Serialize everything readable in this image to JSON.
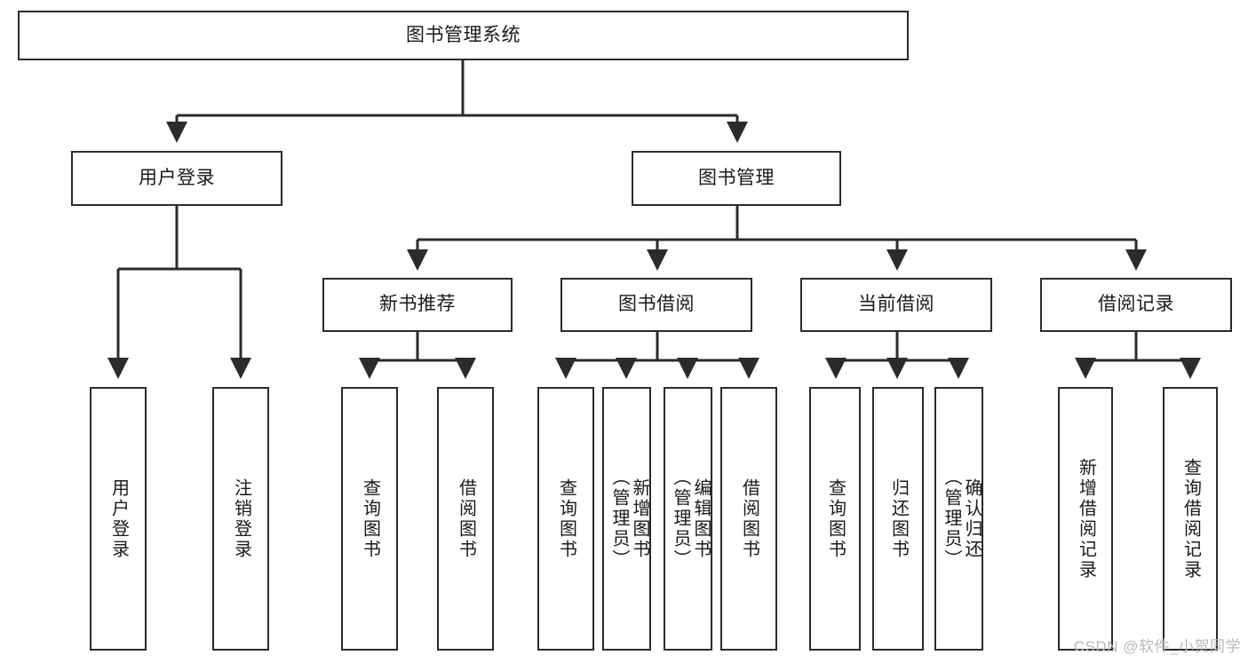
{
  "diagram": {
    "type": "tree",
    "title": "图书管理系统",
    "root": {
      "id": "root",
      "label": "图书管理系统"
    },
    "level2": [
      {
        "id": "user-login",
        "label": "用户登录"
      },
      {
        "id": "book-manage",
        "label": "图书管理"
      }
    ],
    "level3": [
      {
        "id": "new-book-rec",
        "label": "新书推荐"
      },
      {
        "id": "book-borrow",
        "label": "图书借阅"
      },
      {
        "id": "current-borrow",
        "label": "当前借阅"
      },
      {
        "id": "borrow-record",
        "label": "借阅记录"
      }
    ],
    "leaves": [
      {
        "id": "leaf-user-login",
        "label": "用户登录",
        "parent": "user-login"
      },
      {
        "id": "leaf-user-logout",
        "label": "注销登录",
        "parent": "user-login"
      },
      {
        "id": "leaf-query-book-1",
        "label": "查询图书",
        "parent": "new-book-rec"
      },
      {
        "id": "leaf-borrow-book-1",
        "label": "借阅图书",
        "parent": "new-book-rec"
      },
      {
        "id": "leaf-query-book-2",
        "label": "查询图书",
        "parent": "book-borrow"
      },
      {
        "id": "leaf-add-book",
        "label": "新增图书\n（管理员）",
        "parent": "book-borrow"
      },
      {
        "id": "leaf-edit-book",
        "label": "编辑图书\n（管理员）",
        "parent": "book-borrow"
      },
      {
        "id": "leaf-borrow-book-2",
        "label": "借阅图书",
        "parent": "book-borrow"
      },
      {
        "id": "leaf-query-book-3",
        "label": "查询图书",
        "parent": "current-borrow"
      },
      {
        "id": "leaf-return-book",
        "label": "归还图书",
        "parent": "current-borrow"
      },
      {
        "id": "leaf-confirm-return",
        "label": "确认归还\n（管理员）",
        "parent": "current-borrow"
      },
      {
        "id": "leaf-add-record",
        "label": "新增借阅记录",
        "parent": "borrow-record"
      },
      {
        "id": "leaf-query-record",
        "label": "查询借阅记录",
        "parent": "borrow-record"
      }
    ],
    "colors": {
      "stroke": "#2b2b2b",
      "fill": "#ffffff",
      "text": "#1a1a1a",
      "watermark": "#b9b9b9"
    }
  },
  "watermark": {
    "text": "CSDN @软件_小贺同学"
  }
}
